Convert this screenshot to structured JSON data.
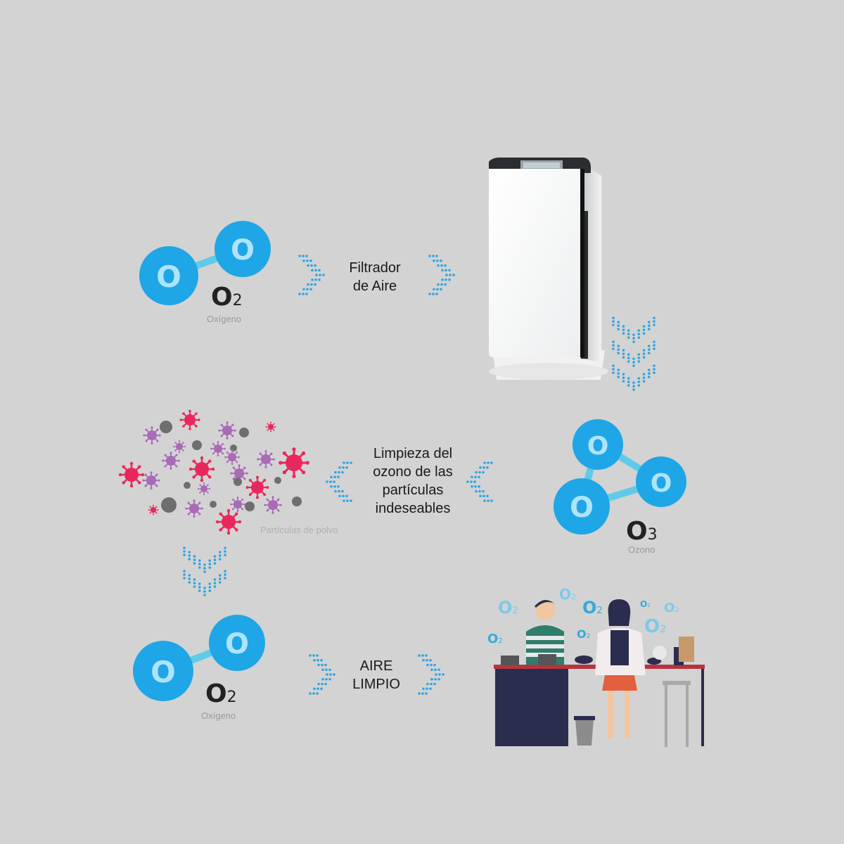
{
  "colors": {
    "background": "#d3d3d3",
    "atom": "#1fa6e6",
    "atom_letter": "#aee4fb",
    "bond": "#5fcbe9",
    "arrow_dots": "#2fa3e0",
    "virus_red": "#e8285c",
    "virus_purple": "#a96ab7",
    "dust_gray": "#6e6e6e"
  },
  "atom_letter": "O",
  "step1": {
    "formula_symbol": "O",
    "formula_subscript": "2",
    "caption": "Oxígeno",
    "label_line1": "Filtrador",
    "label_line2": "de Aire"
  },
  "step2": {
    "formula_symbol": "O",
    "formula_subscript": "3",
    "caption": "Ozono",
    "label_lines": [
      "Limpieza del",
      "ozono de las",
      "partículas",
      "indeseables"
    ],
    "particles_caption": "Partículas de polvo"
  },
  "step3": {
    "formula_symbol": "O",
    "formula_subscript": "2",
    "caption": "Oxígeno",
    "label_line1": "AIRE",
    "label_line2": "LIMPIO"
  },
  "scene_o2": [
    {
      "symbol": "O",
      "sub": "2"
    },
    {
      "symbol": "O",
      "sub": "2"
    },
    {
      "symbol": "O",
      "sub": "2"
    },
    {
      "symbol": "O",
      "sub": "2"
    },
    {
      "symbol": "O",
      "sub": "2"
    },
    {
      "symbol": "O",
      "sub": "2"
    },
    {
      "symbol": "O",
      "sub": "2"
    },
    {
      "symbol": "O",
      "sub": "2"
    }
  ],
  "icons": {
    "air_purifier": "air-purifier-icon",
    "virus": "virus-icon",
    "dust": "dust-particle-icon",
    "kitchen_scene": "kitchen-scene-icon"
  }
}
